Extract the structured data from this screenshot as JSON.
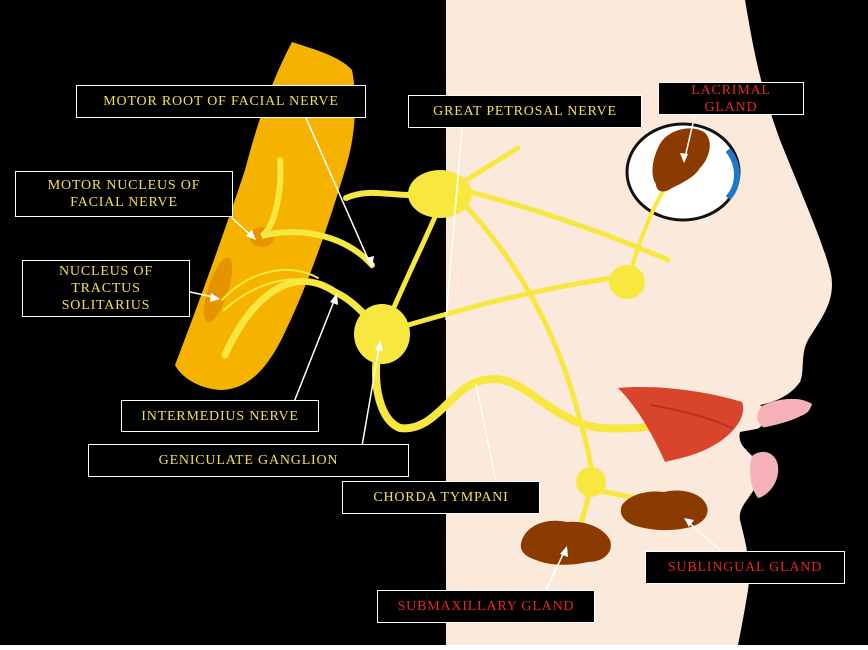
{
  "labels": {
    "motor_root": "MOTOR ROOT OF FACIAL NERVE",
    "great_petrosal": "GREAT PETROSAL NERVE",
    "lacrimal": "LACRIMAL GLAND",
    "motor_nucleus_line1": "MOTOR NUCLEUS OF",
    "motor_nucleus_line2": "FACIAL NERVE",
    "nucleus_line1": "NUCLEUS OF",
    "nucleus_line2": "TRACTUS",
    "nucleus_line3": "SOLITARIUS",
    "intermedius": "INTERMEDIUS NERVE",
    "geniculate": "GENICULATE GANGLION",
    "chorda": "CHORDA TYMPANI",
    "sublingual": "SUBLINGUAL GLAND",
    "submaxillary": "SUBMAXILLARY GLAND"
  },
  "colors": {
    "background": "#000000",
    "skin": "#fbe9dc",
    "nerve": "#f7e73f",
    "brainstem": "#f5b300",
    "nucleus": "#e59400",
    "gland": "#8b3a00",
    "tongue": "#d8452b",
    "lip": "#f5b0b8",
    "label_yellow": "#f2e04a",
    "label_red": "#e8262b"
  }
}
